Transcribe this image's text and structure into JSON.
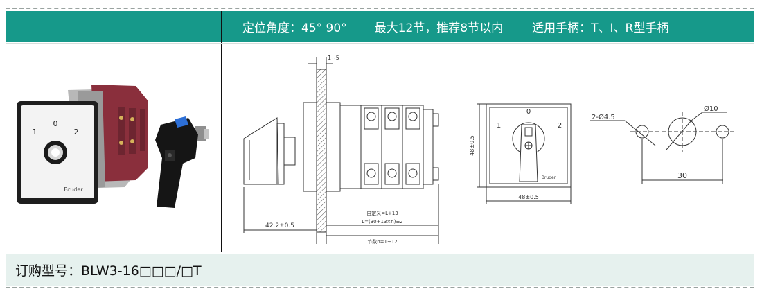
{
  "header": {
    "angle_spec": "定位角度：45° 90°",
    "sections_spec": "最大12节，推荐8节以内",
    "handle_spec": "适用手柄：T、I、R型手柄"
  },
  "photo": {
    "positions": [
      "1",
      "0",
      "2"
    ],
    "brand": "Bruder"
  },
  "drawing": {
    "panel_thickness": "1~5",
    "mount_dim": "42.2±0.5",
    "length_label": "L=(30+13×n)±2",
    "length_label_alt": "自定义=L+13",
    "sections_label": "节数n=1~12",
    "face_height": "48±0.5",
    "face_width": "48±0.5",
    "face_positions": [
      "1",
      "0",
      "2"
    ],
    "face_brand": "Bruder",
    "hole_small": "2-Ø4.5",
    "hole_center": "Ø10",
    "hole_spacing": "30"
  },
  "footer": {
    "order_model": "订购型号：BLW3-16□□□/□T"
  },
  "colors": {
    "header_bg": "#16998a",
    "footer_bg": "#e6f1ee",
    "switch_body": "#8a2f3c"
  }
}
